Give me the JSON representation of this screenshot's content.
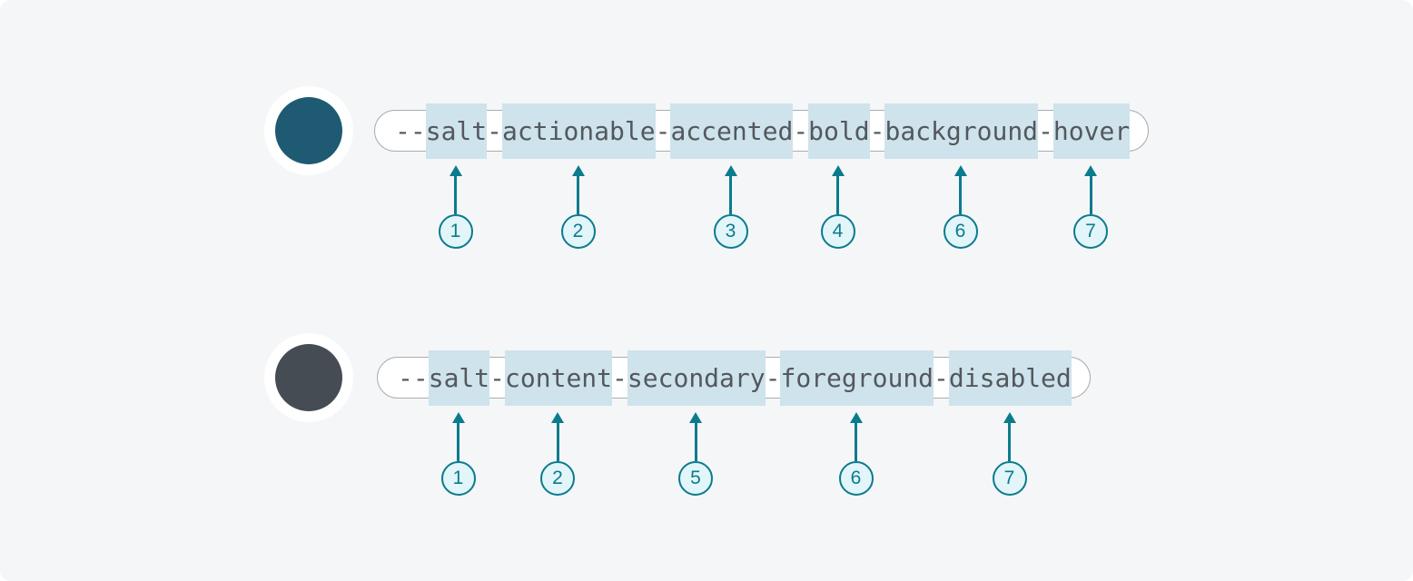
{
  "diagram_title": "design-token-naming-anatomy",
  "colors": {
    "canvas_bg": "#f5f6f8",
    "accent_teal": "#0b7b8e",
    "badge_fill": "#e2f5f9",
    "segment_highlight": "#cee3ec",
    "token_text": "#53585d",
    "pill_border": "#a9aeb2"
  },
  "token_prefix": "--",
  "token_separator": "-",
  "rows": [
    {
      "swatch_color": "#1e5a72",
      "token": "--salt-actionable-accented-bold-background-hover",
      "segments": [
        {
          "text": "salt",
          "num": "1"
        },
        {
          "text": "actionable",
          "num": "2"
        },
        {
          "text": "accented",
          "num": "3"
        },
        {
          "text": "bold",
          "num": "4"
        },
        {
          "text": "background",
          "num": "6"
        },
        {
          "text": "hover",
          "num": "7"
        }
      ]
    },
    {
      "swatch_color": "#454c54",
      "token": "--salt-content-secondary-foreground-disabled",
      "segments": [
        {
          "text": "salt",
          "num": "1"
        },
        {
          "text": "content",
          "num": "2"
        },
        {
          "text": "secondary",
          "num": "5"
        },
        {
          "text": "foreground",
          "num": "6"
        },
        {
          "text": "disabled",
          "num": "7"
        }
      ]
    }
  ]
}
